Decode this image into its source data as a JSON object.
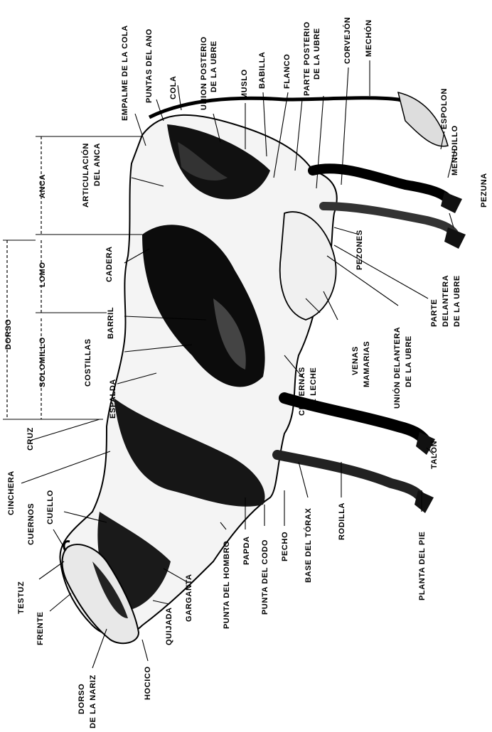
{
  "labels": {
    "empalme_de_la_cola": "EMPALME DE LA COLA",
    "puntas_del_ano": "PUNTAS DEL ANO",
    "cola": "COLA",
    "union_posterior_de_la_ubre_1": "UNION POSTERIO",
    "union_posterior_de_la_ubre_2": "DE LA UBRE",
    "muslo": "MUSLO",
    "babilla": "BABILLA",
    "flanco": "FLANCO",
    "parte_posterior_de_la_ubre_1": "PARTE POSTERIO",
    "parte_posterior_de_la_ubre_2": "DE LA UBRE",
    "corvejon": "CORVEJÓN",
    "mechon": "MECHÓN",
    "espolon": "ESPOLON",
    "menudillo": "MENUDILLO",
    "pezuna": "PEZUNA",
    "articulacion_del_anca_1": "ARTICULACIÓN",
    "articulacion_del_anca_2": "DEL ANCA",
    "anca": "ANCA",
    "lomo": "LOMO",
    "solomillo": "SOLOMILLO",
    "dorso": "DORSO",
    "cadera": "CADERA",
    "barril": "BARRIL",
    "costillas": "COSTILLAS",
    "espalda": "ESPALDA",
    "cruz": "CRUZ",
    "cinchera": "CINCHERA",
    "cuello": "CUELLO",
    "cuernos": "CUERNOS",
    "testuz": "TESTUZ",
    "frente": "FRENTE",
    "dorso_de_la_nariz_1": "DORSO",
    "dorso_de_la_nariz_2": "DE LA NARIZ",
    "hocico": "HOCICO",
    "quijada": "QUIJADA",
    "garganta": "GARGANTA",
    "punta_del_hombro": "PUNTA DEL HOMBRO",
    "papda": "PAPDA",
    "punta_del_codo": "PUNTA DEL CODO",
    "pecho": "PECHO",
    "base_del_torax": "BASE DEL TÓRAX",
    "rodilla": "RODILLA",
    "planta_del_pie": "PLANTA DEL PIE",
    "talon": "TALÓN",
    "cisternas_de_leche_1": "CISTERNAS",
    "cisternas_de_leche_2": "DE LECHE",
    "venas_mamarias_1": "VENAS",
    "venas_mamarias_2": "MAMARIAS",
    "union_delantera_de_la_ubre_1": "UNIÓN DELANTERA",
    "union_delantera_de_la_ubre_2": "DE LA UBRE",
    "pezones": "PEZONES",
    "parte_delantera_de_la_ubre_1": "PARTE",
    "parte_delantera_de_la_ubre_2": "DELANTERA",
    "parte_delantera_de_la_ubre_3": "DE LA UBRE"
  }
}
